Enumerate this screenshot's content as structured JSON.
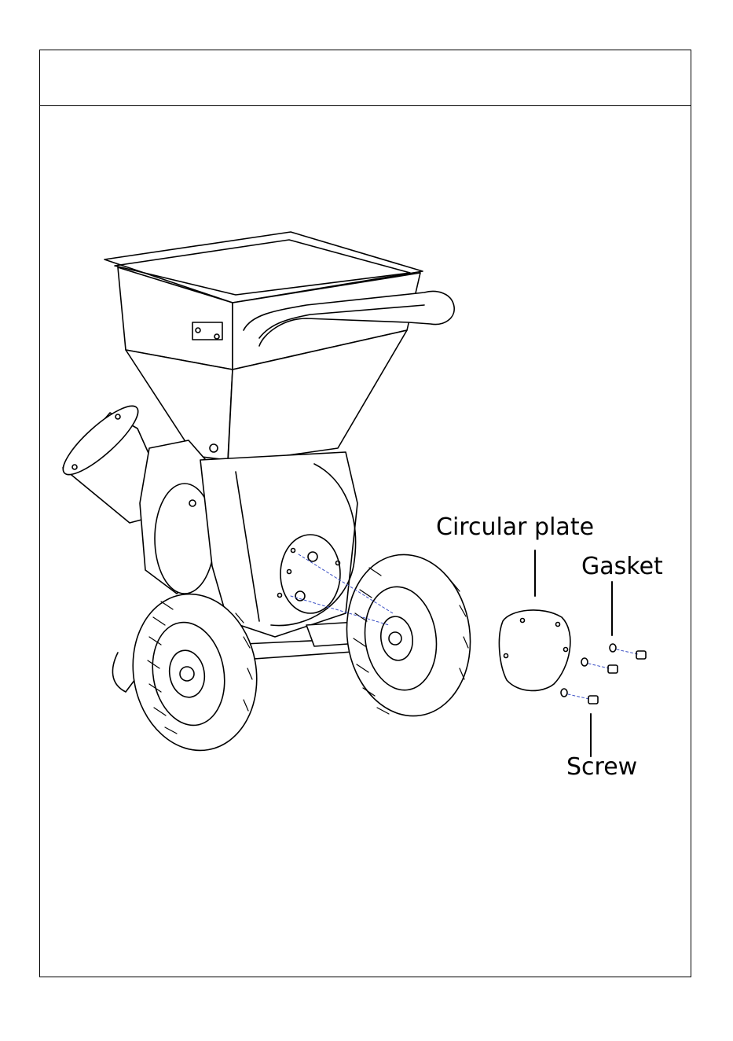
{
  "header": {
    "title": ""
  },
  "labels": {
    "circular_plate": "Circular plate",
    "gasket": "Gasket",
    "screw": "Screw"
  },
  "colors": {
    "line": "#000000",
    "dashed_guide": "#3a4fc4"
  }
}
